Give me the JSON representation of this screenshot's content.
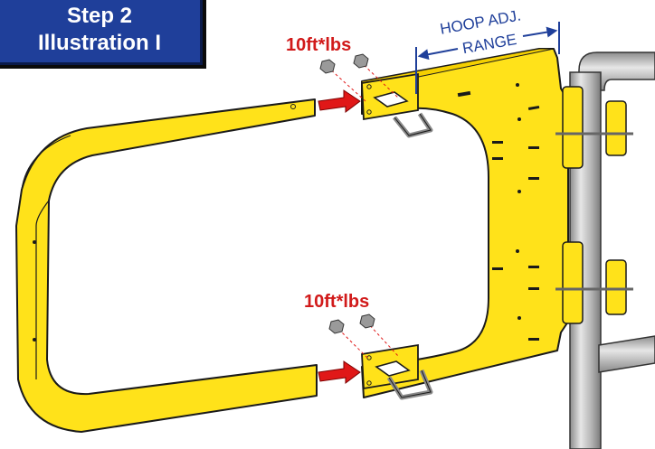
{
  "callout": {
    "line1": "Step 2",
    "line2": "Illustration I"
  },
  "torque": {
    "top": "10ft*lbs",
    "bottom": "10ft*lbs"
  },
  "dimension": {
    "line1": "HOOP ADJ.",
    "line2": "RANGE"
  },
  "colors": {
    "gate": "#ffe21a",
    "gate_edge": "#1a1a1a",
    "post": "#a8a8a8",
    "torque_text": "#d11a1a",
    "arrow": "#e01818",
    "label_blue": "#1f3f9a"
  }
}
